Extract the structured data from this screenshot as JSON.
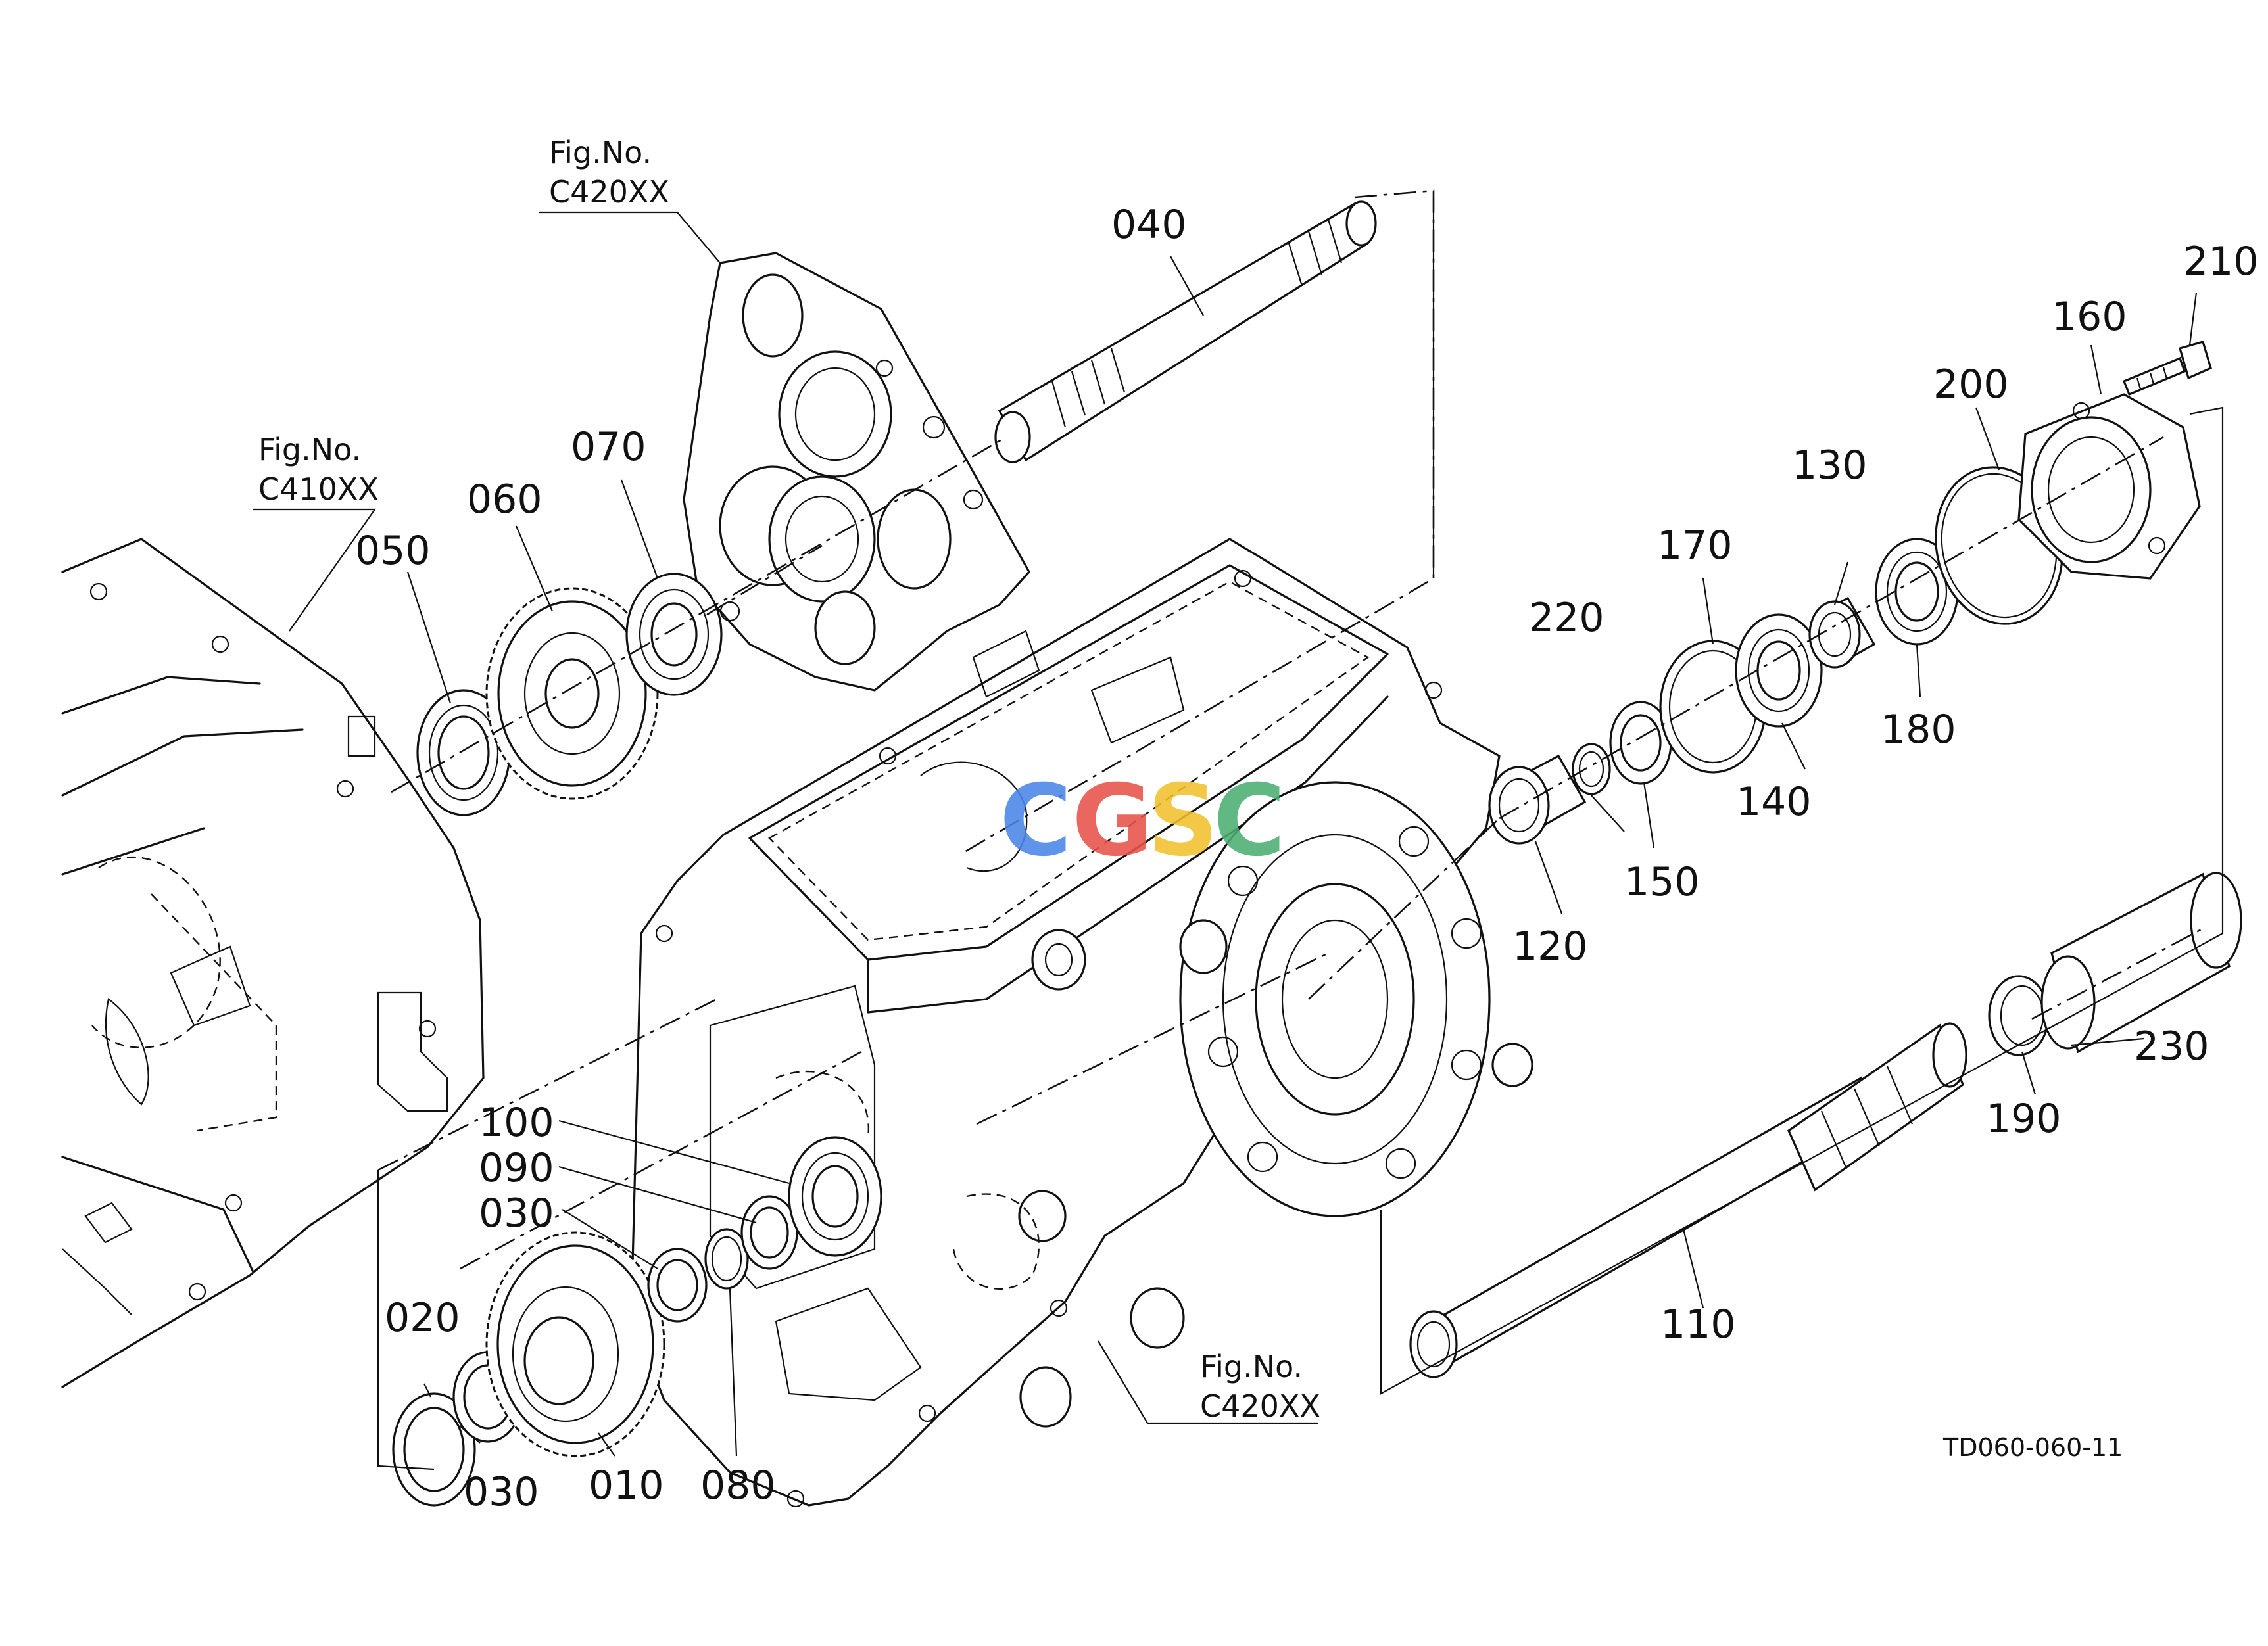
{
  "parts": [
    {
      "id": "p010",
      "label": "010"
    },
    {
      "id": "p020",
      "label": "020"
    },
    {
      "id": "p030a",
      "label": "030"
    },
    {
      "id": "p030b",
      "label": "030"
    },
    {
      "id": "p040",
      "label": "040"
    },
    {
      "id": "p050",
      "label": "050"
    },
    {
      "id": "p060",
      "label": "060"
    },
    {
      "id": "p070",
      "label": "070"
    },
    {
      "id": "p080",
      "label": "080"
    },
    {
      "id": "p090",
      "label": "090"
    },
    {
      "id": "p100",
      "label": "100"
    },
    {
      "id": "p110",
      "label": "110"
    },
    {
      "id": "p120",
      "label": "120"
    },
    {
      "id": "p130",
      "label": "130"
    },
    {
      "id": "p140",
      "label": "140"
    },
    {
      "id": "p150",
      "label": "150"
    },
    {
      "id": "p160",
      "label": "160"
    },
    {
      "id": "p170",
      "label": "170"
    },
    {
      "id": "p180",
      "label": "180"
    },
    {
      "id": "p190",
      "label": "190"
    },
    {
      "id": "p200",
      "label": "200"
    },
    {
      "id": "p210",
      "label": "210"
    },
    {
      "id": "p220",
      "label": "220"
    },
    {
      "id": "p230",
      "label": "230"
    }
  ],
  "figure_refs": [
    {
      "id": "ref-top",
      "caption": "Fig.No.",
      "number": "C420XX"
    },
    {
      "id": "ref-left",
      "caption": "Fig.No.",
      "number": "C410XX"
    },
    {
      "id": "ref-bottom",
      "caption": "Fig.No.",
      "number": "C420XX"
    }
  ],
  "drawing_code": "TD060-060-11",
  "watermark": {
    "letters": [
      "C",
      "G",
      "S",
      "C"
    ],
    "colors": [
      "#4a86e8",
      "#e8534a",
      "#f2c12e",
      "#4caf73"
    ]
  }
}
